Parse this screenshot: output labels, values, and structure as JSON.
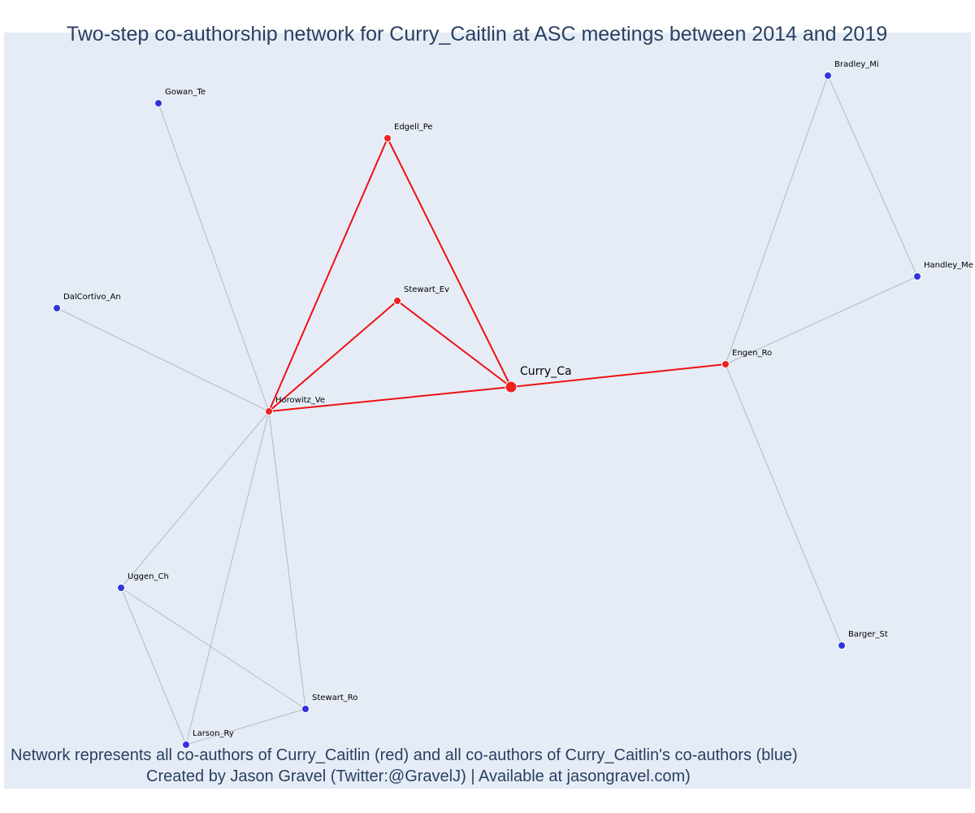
{
  "title": "Two-step co-authorship network for Curry_Caitlin at ASC meetings between 2014 and 2019",
  "caption_line1": "Network represents all co-authors of Curry_Caitlin (red) and all co-authors of Curry_Caitlin's co-authors (blue)",
  "caption_line2": "Created by Jason Gravel (Twitter:@GravelJ) | Available at jasongravel.com)",
  "colors": {
    "first_step": "#ee2222",
    "second_step": "#3333dd",
    "background": "#e5ecf6",
    "text": "#2a3f5f"
  },
  "nodes": [
    {
      "id": "Curry_Ca",
      "label": "Curry_Ca",
      "group": "ego"
    },
    {
      "id": "Horowitz_Ve",
      "label": "Horowitz_Ve",
      "group": "first_step"
    },
    {
      "id": "Edgell_Pe",
      "label": "Edgell_Pe",
      "group": "first_step"
    },
    {
      "id": "Stewart_Ev",
      "label": "Stewart_Ev",
      "group": "first_step"
    },
    {
      "id": "Engen_Ro",
      "label": "Engen_Ro",
      "group": "first_step"
    },
    {
      "id": "Gowan_Te",
      "label": "Gowan_Te",
      "group": "second_step"
    },
    {
      "id": "DalCortivo_An",
      "label": "DalCortivo_An",
      "group": "second_step"
    },
    {
      "id": "Uggen_Ch",
      "label": "Uggen_Ch",
      "group": "second_step"
    },
    {
      "id": "Larson_Ry",
      "label": "Larson_Ry",
      "group": "second_step"
    },
    {
      "id": "Stewart_Ro",
      "label": "Stewart_Ro",
      "group": "second_step"
    },
    {
      "id": "Bradley_Mi",
      "label": "Bradley_Mi",
      "group": "second_step"
    },
    {
      "id": "Handley_Me",
      "label": "Handley_Me",
      "group": "second_step"
    },
    {
      "id": "Barger_St",
      "label": "Barger_St",
      "group": "second_step"
    }
  ],
  "edges": [
    {
      "source": "Horowitz_Ve",
      "target": "Curry_Ca",
      "group": "first_step"
    },
    {
      "source": "Horowitz_Ve",
      "target": "Edgell_Pe",
      "group": "first_step"
    },
    {
      "source": "Horowitz_Ve",
      "target": "Stewart_Ev",
      "group": "first_step"
    },
    {
      "source": "Edgell_Pe",
      "target": "Curry_Ca",
      "group": "first_step"
    },
    {
      "source": "Stewart_Ev",
      "target": "Curry_Ca",
      "group": "first_step"
    },
    {
      "source": "Curry_Ca",
      "target": "Engen_Ro",
      "group": "first_step"
    },
    {
      "source": "Horowitz_Ve",
      "target": "Gowan_Te",
      "group": "second_step"
    },
    {
      "source": "Horowitz_Ve",
      "target": "DalCortivo_An",
      "group": "second_step"
    },
    {
      "source": "Horowitz_Ve",
      "target": "Uggen_Ch",
      "group": "second_step"
    },
    {
      "source": "Horowitz_Ve",
      "target": "Larson_Ry",
      "group": "second_step"
    },
    {
      "source": "Horowitz_Ve",
      "target": "Stewart_Ro",
      "group": "second_step"
    },
    {
      "source": "Uggen_Ch",
      "target": "Larson_Ry",
      "group": "second_step"
    },
    {
      "source": "Uggen_Ch",
      "target": "Stewart_Ro",
      "group": "second_step"
    },
    {
      "source": "Larson_Ry",
      "target": "Stewart_Ro",
      "group": "second_step"
    },
    {
      "source": "Engen_Ro",
      "target": "Bradley_Mi",
      "group": "second_step"
    },
    {
      "source": "Engen_Ro",
      "target": "Handley_Me",
      "group": "second_step"
    },
    {
      "source": "Engen_Ro",
      "target": "Barger_St",
      "group": "second_step"
    },
    {
      "source": "Bradley_Mi",
      "target": "Handley_Me",
      "group": "second_step"
    }
  ]
}
